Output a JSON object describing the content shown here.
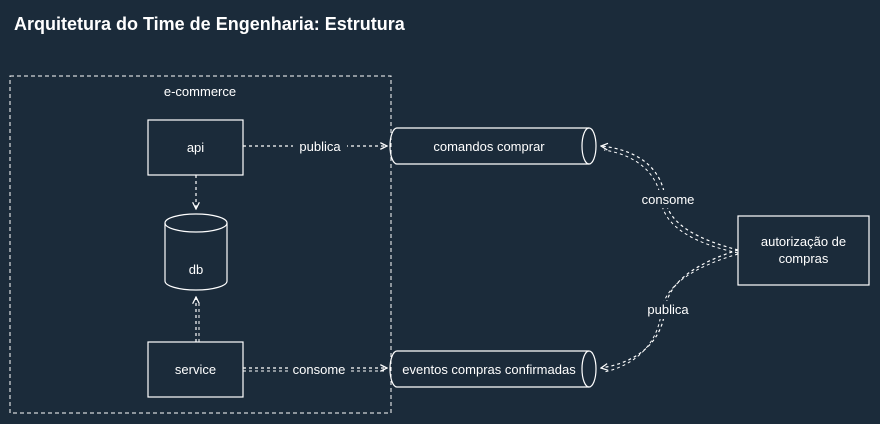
{
  "title": "Arquitetura do Time de Engenharia: Estrutura",
  "group": {
    "label": "e-commerce"
  },
  "nodes": {
    "api": "api",
    "db": "db",
    "service": "service",
    "queue_commands": "comandos comprar",
    "queue_events": "eventos compras confirmadas",
    "authorization_line1": "autorização de",
    "authorization_line2": "compras"
  },
  "edges": {
    "api_to_commands": "publica",
    "service_to_events": "consome",
    "authorization_to_commands": "consome",
    "authorization_to_events": "publica"
  },
  "colors": {
    "background": "#1b2b3a",
    "stroke": "#ffffff",
    "text": "#ffffff"
  }
}
